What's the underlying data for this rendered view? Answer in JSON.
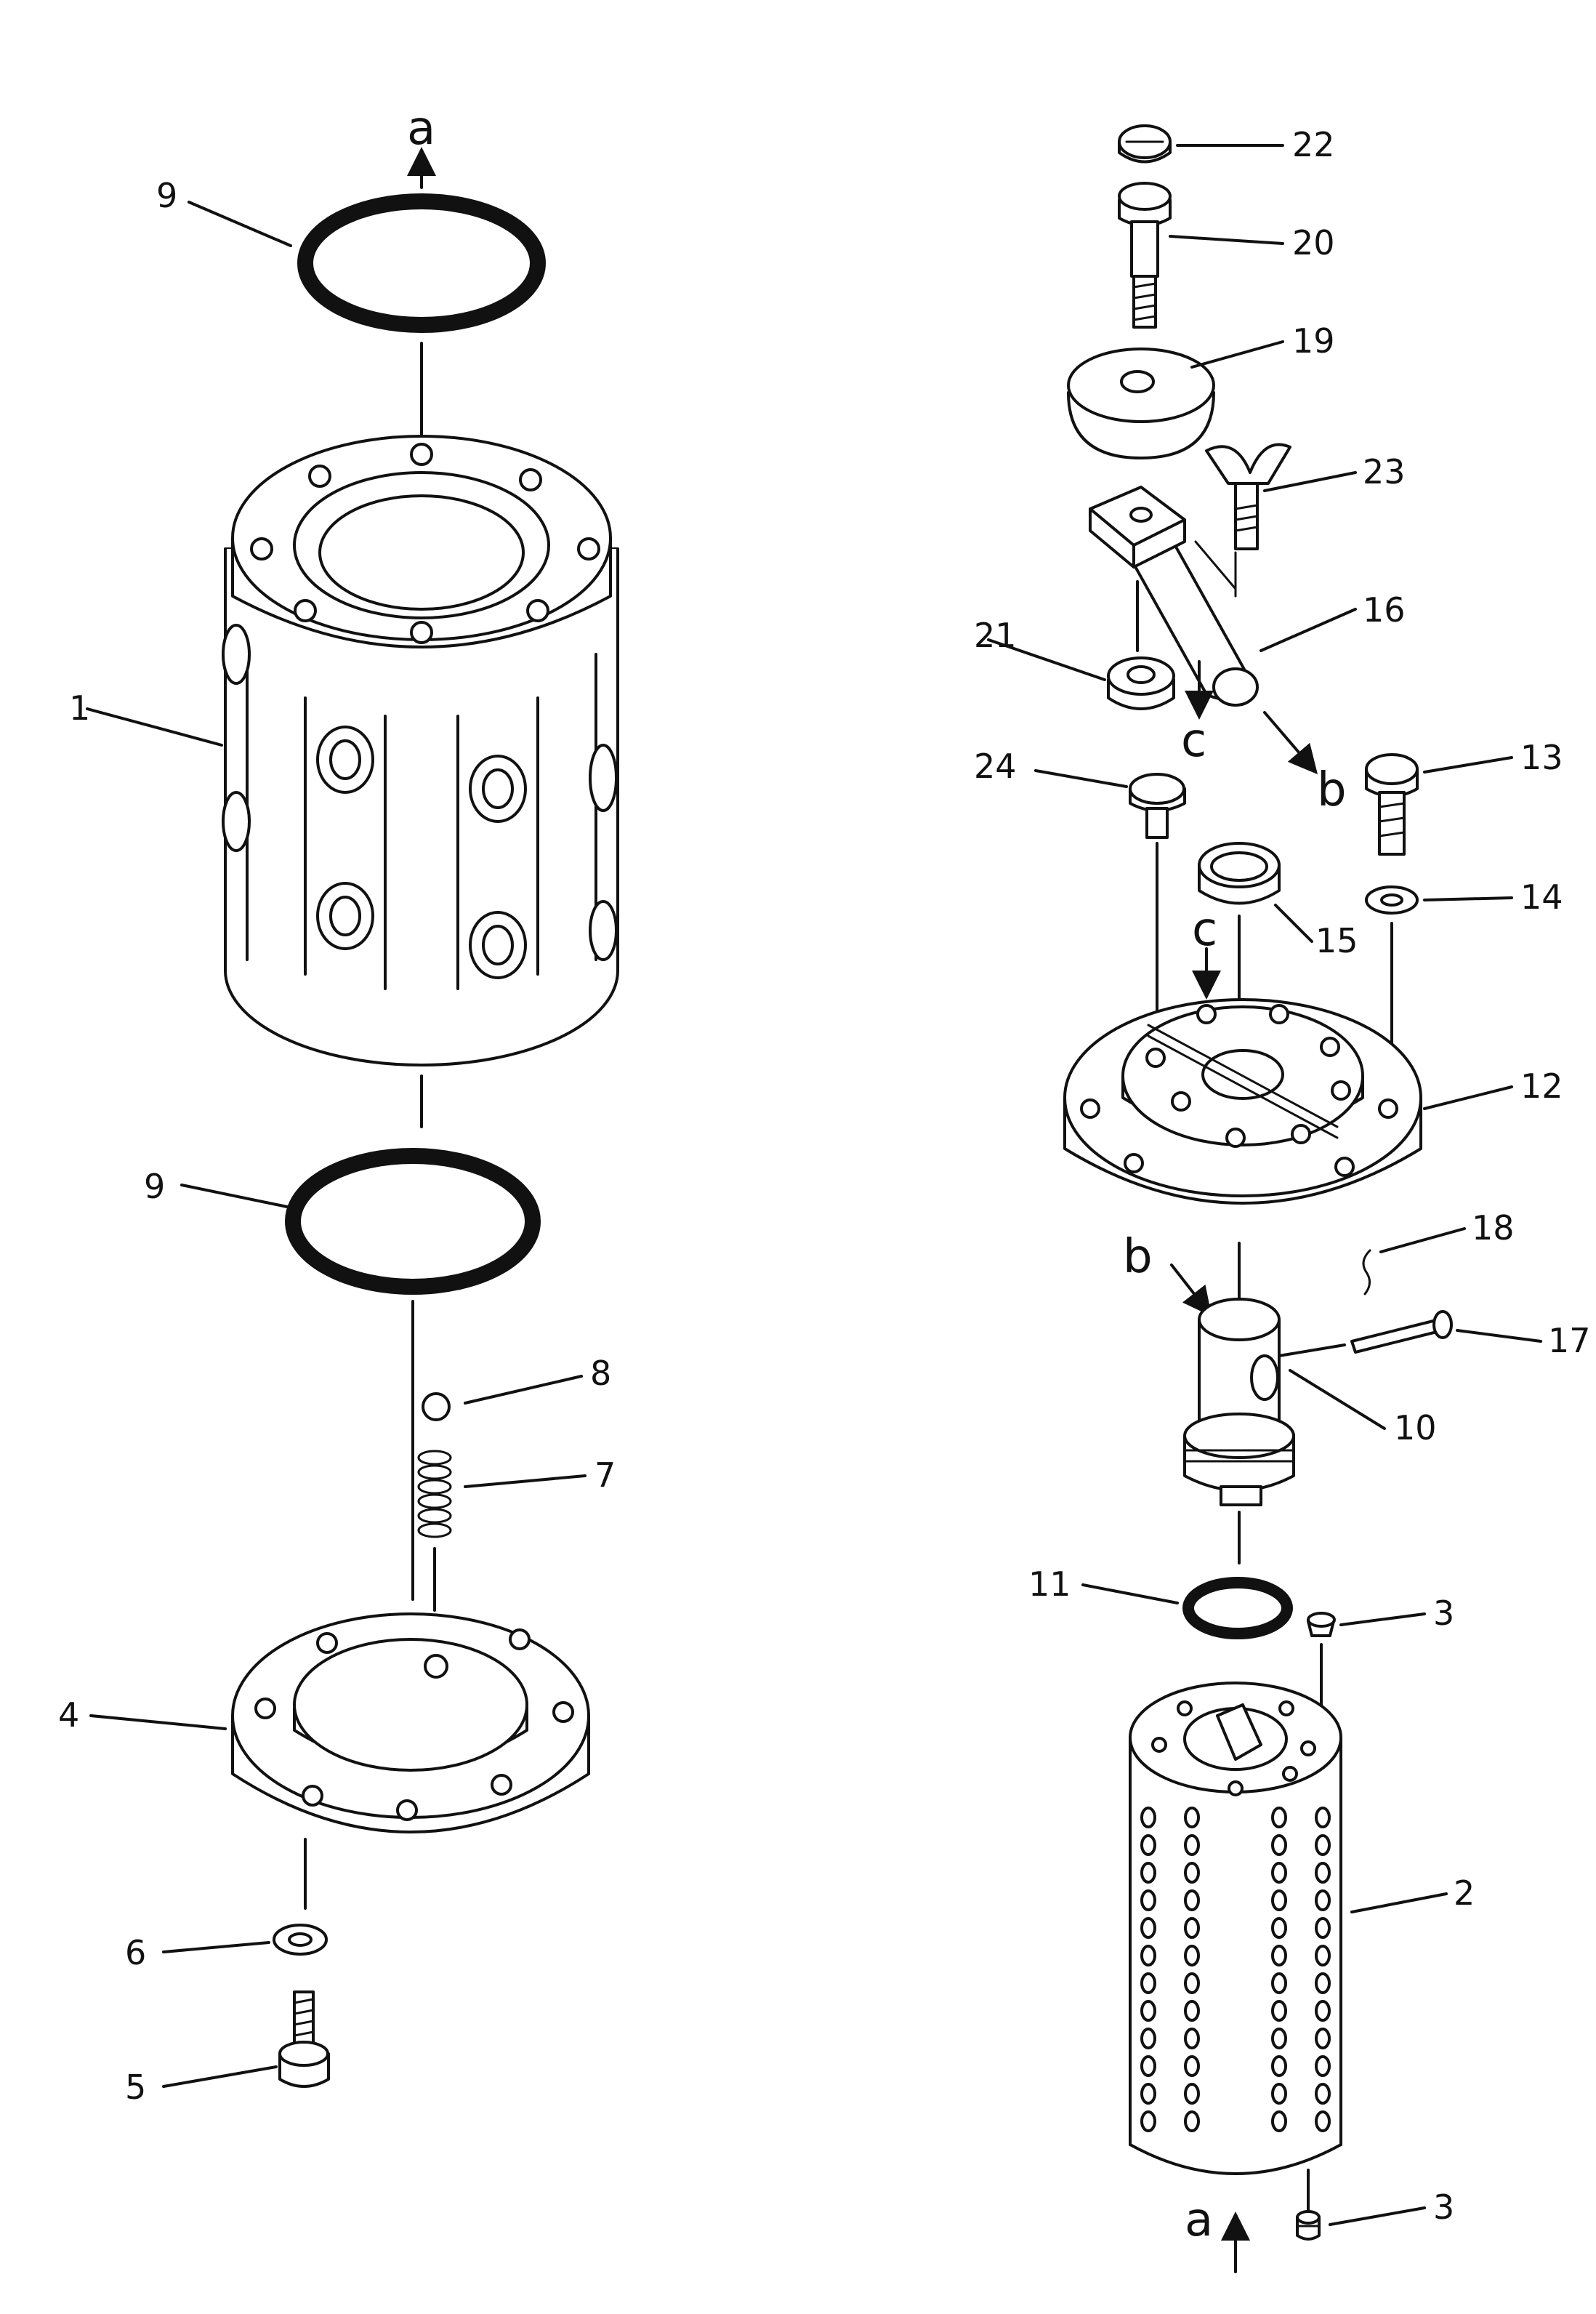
{
  "diagram": {
    "part_numbers": [
      "1",
      "2",
      "3",
      "4",
      "5",
      "6",
      "7",
      "8",
      "9",
      "10",
      "11",
      "12",
      "13",
      "14",
      "15",
      "16",
      "17",
      "18",
      "19",
      "20",
      "21",
      "22",
      "23",
      "24"
    ],
    "labels": {
      "p1": "1",
      "p2": "2",
      "p3_top": "3",
      "p3_bottom": "3",
      "p4": "4",
      "p5": "5",
      "p6": "6",
      "p7": "7",
      "p8": "8",
      "p9_top": "9",
      "p9_bottom": "9",
      "p10": "10",
      "p11": "11",
      "p12": "12",
      "p13": "13",
      "p14": "14",
      "p15": "15",
      "p16": "16",
      "p17": "17",
      "p18": "18",
      "p19": "19",
      "p20": "20",
      "p21": "21",
      "p22": "22",
      "p23": "23",
      "p24": "24"
    },
    "connection_markers": {
      "a_top": "a",
      "a_bottom": "a",
      "b_left": "b",
      "b_right": "b",
      "c_upper": "c",
      "c_lower": "c"
    }
  }
}
